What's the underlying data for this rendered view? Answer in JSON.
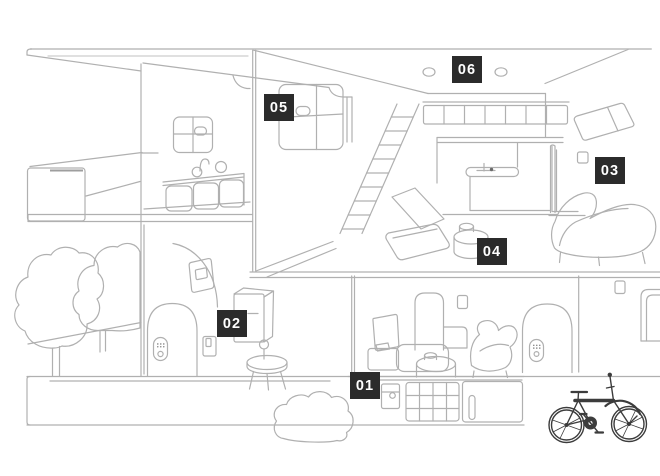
{
  "scene": {
    "name": "smart-home-cutaway-line-illustration",
    "hotspots": [
      {
        "id": "hotspot-01",
        "label": "01"
      },
      {
        "id": "hotspot-02",
        "label": "02"
      },
      {
        "id": "hotspot-03",
        "label": "03"
      },
      {
        "id": "hotspot-04",
        "label": "04"
      },
      {
        "id": "hotspot-05",
        "label": "05"
      },
      {
        "id": "hotspot-06",
        "label": "06"
      }
    ],
    "colors": {
      "background": "#ffffff",
      "line": "#b0b0b0",
      "line_light": "#cdcdcd",
      "badge_background": "#2b2b2b",
      "badge_text": "#ffffff",
      "bicycle_line": "#3c3c3c"
    }
  }
}
